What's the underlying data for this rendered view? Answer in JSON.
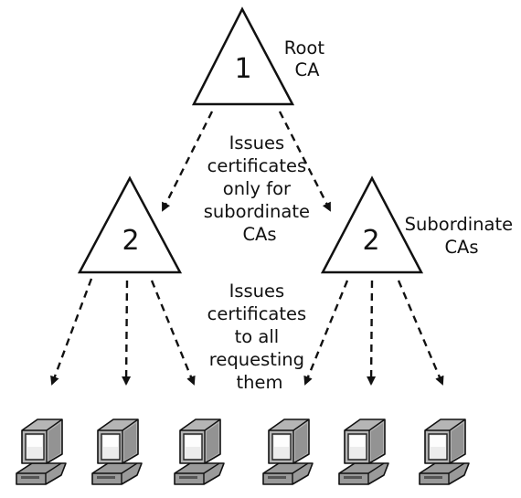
{
  "root": {
    "number": "1",
    "label_lines": [
      "Root",
      "CA"
    ]
  },
  "subordinates": {
    "left_number": "2",
    "right_number": "2",
    "label_lines": [
      "Subordinate",
      "CAs"
    ]
  },
  "notes": {
    "root_issues": [
      "Issues",
      "certificates",
      "only for",
      "subordinate",
      "CAs"
    ],
    "sub_issues": [
      "Issues",
      "certificates",
      "to all",
      "requesting",
      "them"
    ]
  },
  "clients": {
    "count": 6,
    "icon": "computer-icon"
  }
}
